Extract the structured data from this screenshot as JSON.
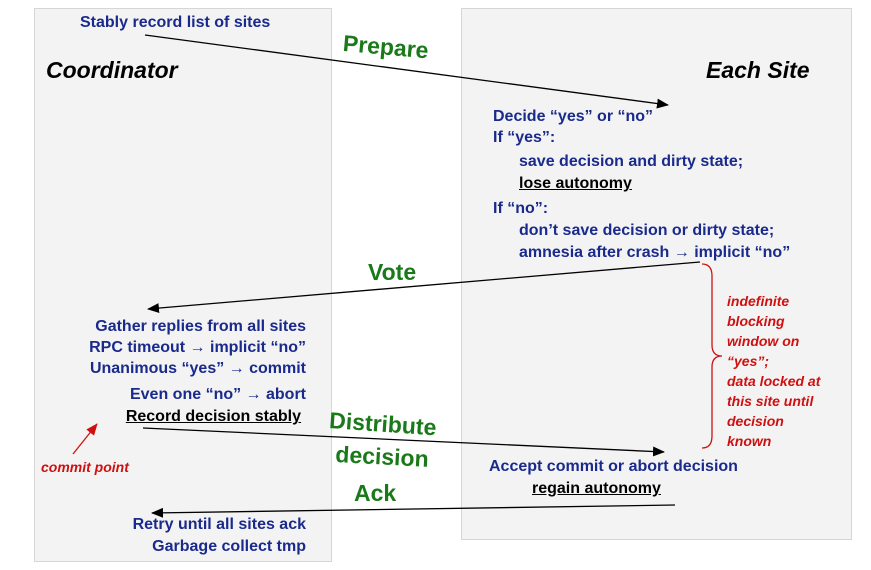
{
  "colors": {
    "text_blue": "#1a2a8c",
    "message_green": "#1a7a1a",
    "note_red": "#d01010",
    "panel_fill": "#f3f3f3"
  },
  "coordinator": {
    "header": "Coordinator",
    "record_sites": "Stably record list of sites",
    "gather": "Gather replies from all sites",
    "rpc_timeout": "RPC timeout → implicit “no”",
    "unanimous": "Unanimous “yes” → commit",
    "one_no": "Even one “no” → abort",
    "record_decision": "Record decision stably",
    "commit_point": "commit point",
    "retry": "Retry until all sites ack",
    "garbage": "Garbage collect tmp"
  },
  "site": {
    "header": "Each Site",
    "decide": "Decide “yes” or “no”",
    "if_yes": "If “yes”:",
    "save": "save decision and dirty state;",
    "lose": "lose autonomy",
    "if_no": "If “no”:",
    "dont_save": "don’t save decision or dirty state;",
    "amnesia": "amnesia after crash → implicit “no”",
    "accept": "Accept commit or abort decision",
    "regain": "regain autonomy"
  },
  "messages": {
    "prepare": "Prepare",
    "vote": "Vote",
    "distribute_1": "Distribute",
    "distribute_2": "decision",
    "ack": "Ack"
  },
  "blocking_note": {
    "lines": [
      "indefinite",
      "blocking",
      "window on",
      "“yes”;",
      "data locked at",
      "this site until",
      "decision",
      "known"
    ]
  }
}
